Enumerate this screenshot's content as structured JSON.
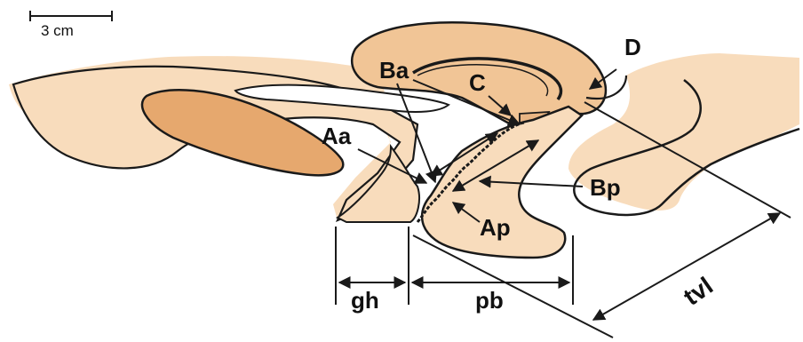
{
  "scale_bar": {
    "label": "3 cm"
  },
  "labels": {
    "Aa": "Aa",
    "Ba": "Ba",
    "C": "C",
    "D": "D",
    "Bp": "Bp",
    "Ap": "Ap",
    "gh": "gh",
    "pb": "pb",
    "tvl": "tvl"
  },
  "colors": {
    "tissue_light": "#f8dcbc",
    "tissue_mid": "#f1c596",
    "tissue_dark": "#e6a86e",
    "outline": "#1a1a1a",
    "background": "#ffffff"
  }
}
